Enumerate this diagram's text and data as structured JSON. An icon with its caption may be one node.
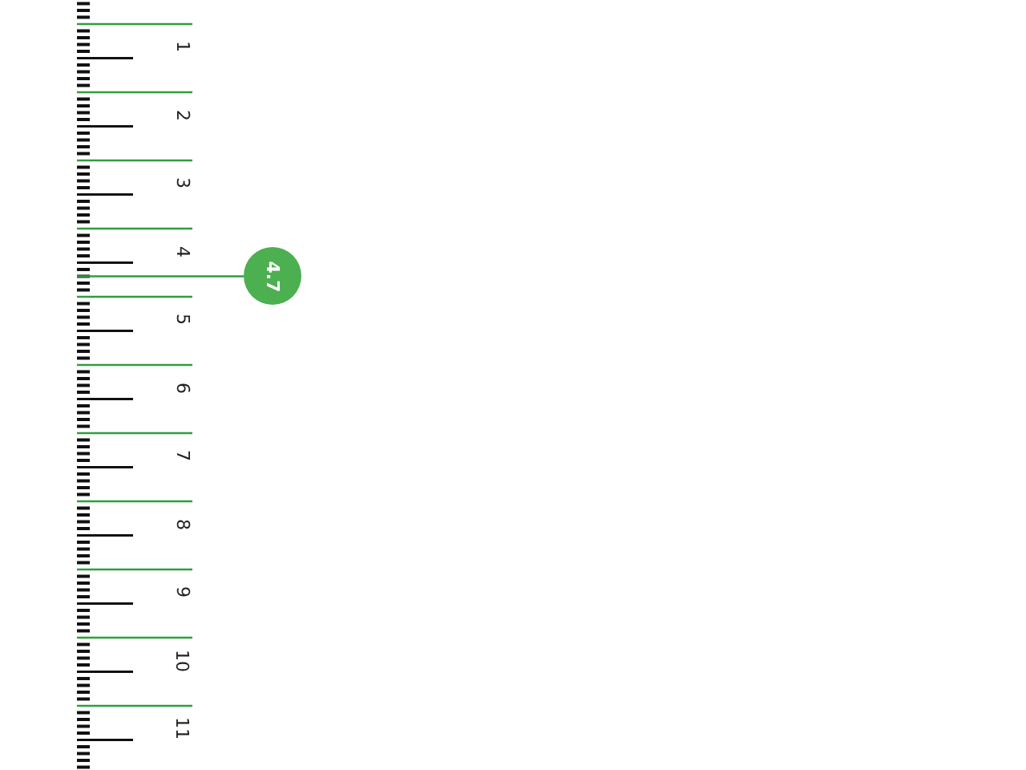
{
  "diagram": {
    "nodes": [
      {
        "text": [],
        "shape": "picture"
      },
      {
        "text": [
          "4.7"
        ]
      }
    ],
    "edges": [
      {
        "from": 1,
        "to": 0,
        "arrow": "none"
      }
    ],
    "labels": [
      "1",
      "2",
      "3",
      "4",
      "5",
      "6",
      "7",
      "8",
      "9",
      "10",
      "11"
    ]
  }
}
